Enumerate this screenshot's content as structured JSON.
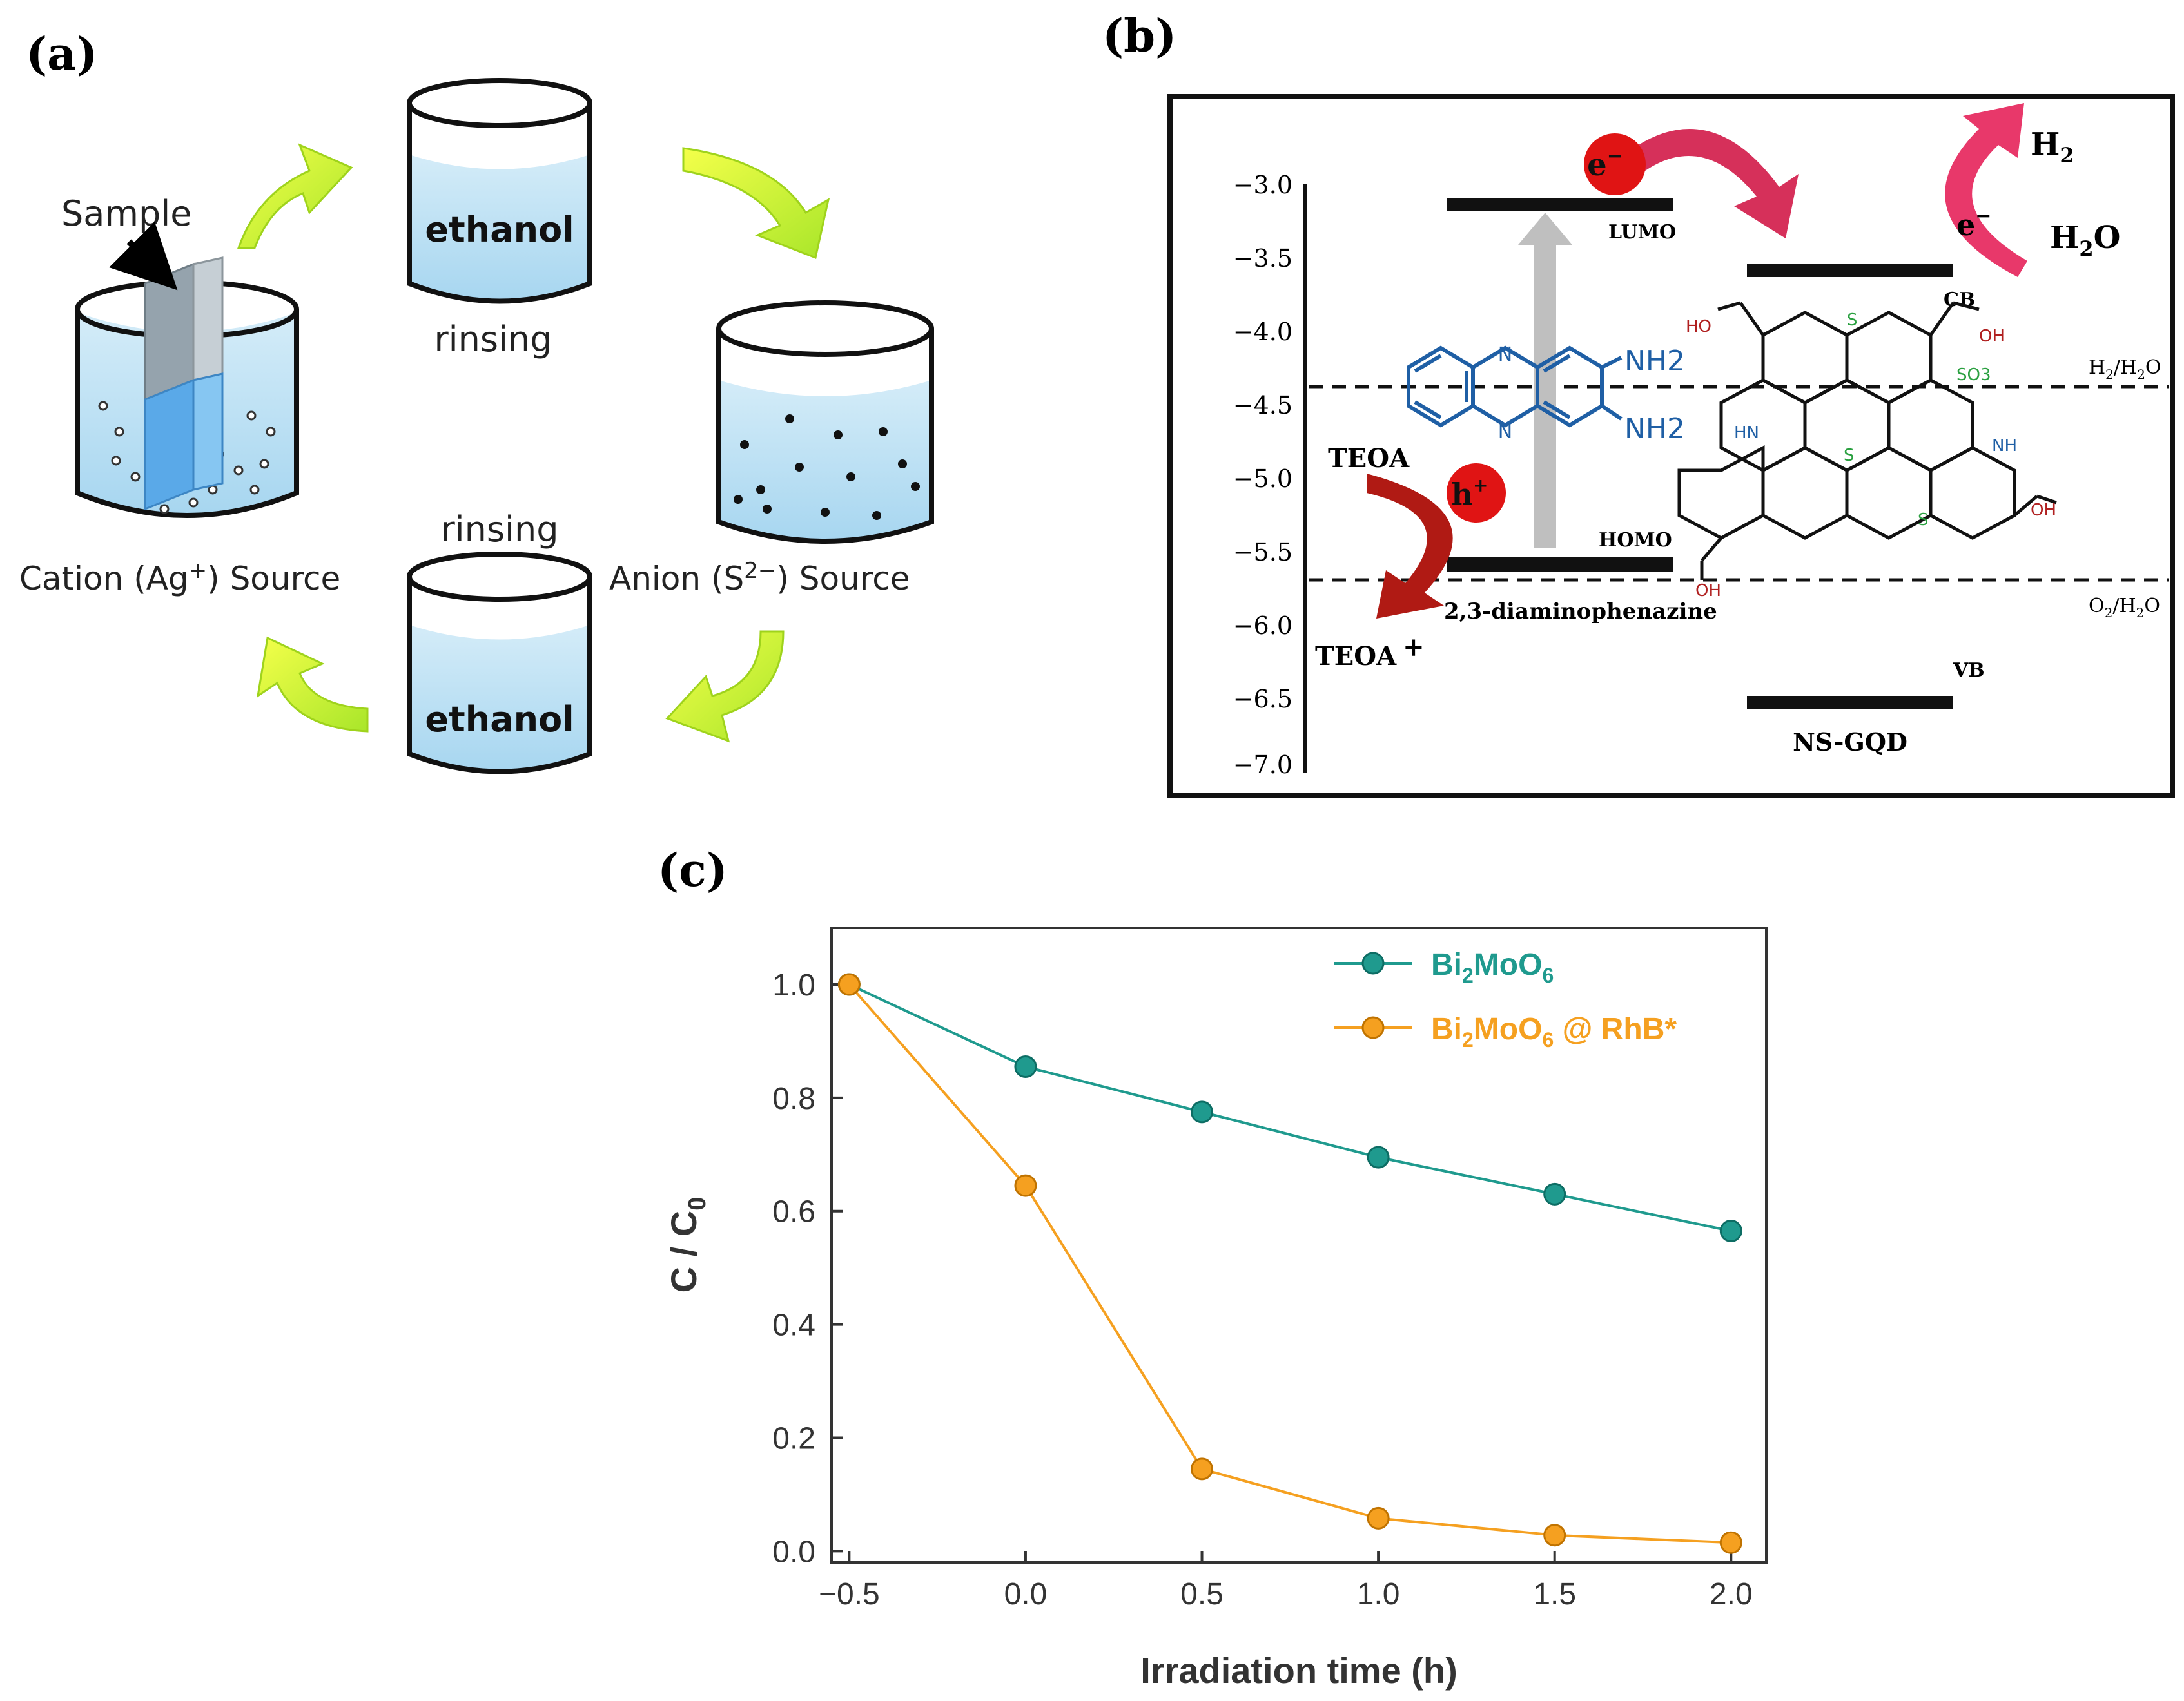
{
  "panels": {
    "a": {
      "label": "(a)",
      "sample": "Sample",
      "ethanol_top": "ethanol",
      "ethanol_bottom": "ethanol",
      "rinsing_top": "rinsing",
      "rinsing_bottom": "rinsing",
      "cation": {
        "pre": "Cation (Ag",
        "sup": "+",
        "post": ") Source"
      },
      "anion": {
        "pre": "Anion (S",
        "sup": "2−",
        "post": ") Source"
      }
    },
    "b": {
      "label": "(b)",
      "y_ticks": [
        "−3.0",
        "−3.5",
        "−4.0",
        "−4.5",
        "−5.0",
        "−5.5",
        "−6.0",
        "−6.5",
        "−7.0"
      ],
      "lumo": "LUMO",
      "homo": "HOMO",
      "cb": "CB",
      "vb": "VB",
      "ns_gqd": "NS-GQD",
      "h2h2o": {
        "a": "H",
        "sub1": "2",
        "b": "/H",
        "sub2": "2",
        "c": "O"
      },
      "o2h2o": {
        "a": "O",
        "sub1": "2",
        "b": "/H",
        "sub2": "2",
        "c": "O"
      },
      "molecule": "2,3-diaminophenazine",
      "nh2_top": "NH2",
      "nh2_bottom": "NH2",
      "n_label": "N",
      "teoa": "TEOA",
      "teoa_plus": "TEOA",
      "plus": "+",
      "electron": "e",
      "minus": "−",
      "hole": "h",
      "hole_sup": "+",
      "h2": "H",
      "h2_sub": "2",
      "h2o": "H",
      "h2o_sub": "2",
      "h2o_o": "O",
      "hoo": "HO",
      "oh": "OH",
      "nh": "NH",
      "hn": "HN",
      "s": "S",
      "so3": "SO3"
    },
    "c": {
      "label": "(c)"
    }
  },
  "chart_data": {
    "type": "line",
    "xlabel": "Irradiation time (h)",
    "ylabel": {
      "main": "C / C",
      "sub": "0"
    },
    "x": [
      -0.5,
      0.0,
      0.5,
      1.0,
      1.5,
      2.0
    ],
    "xlim": [
      -0.55,
      2.1
    ],
    "ylim": [
      -0.02,
      1.1
    ],
    "x_ticks": [
      "−0.5",
      "0.0",
      "0.5",
      "1.0",
      "1.5",
      "2.0"
    ],
    "x_tick_values": [
      -0.5,
      0.0,
      0.5,
      1.0,
      1.5,
      2.0
    ],
    "y_ticks": [
      "0.0",
      "0.2",
      "0.4",
      "0.6",
      "0.8",
      "1.0"
    ],
    "y_tick_values": [
      0.0,
      0.2,
      0.4,
      0.6,
      0.8,
      1.0
    ],
    "grid": false,
    "legend_position": "top-right",
    "series": [
      {
        "name": {
          "a": "Bi",
          "s1": "2",
          "b": "MoO",
          "s2": "6",
          "c": ""
        },
        "color": "#1f9a8e",
        "values": [
          1.0,
          0.855,
          0.775,
          0.695,
          0.63,
          0.565
        ]
      },
      {
        "name": {
          "a": "Bi",
          "s1": "2",
          "b": "MoO",
          "s2": "6",
          "c": " @ RhB*"
        },
        "color": "#f5a020",
        "values": [
          1.0,
          0.645,
          0.145,
          0.058,
          0.028,
          0.015
        ]
      }
    ]
  }
}
